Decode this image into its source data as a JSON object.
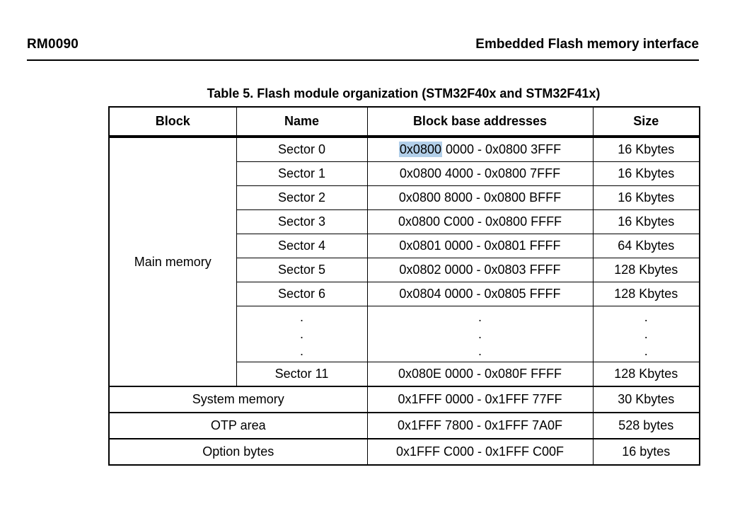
{
  "header": {
    "doc_ref": "RM0090",
    "title": "Embedded Flash memory interface"
  },
  "table": {
    "caption": "Table 5. Flash module organization (STM32F40x and STM32F41x)",
    "columns": {
      "block": "Block",
      "name": "Name",
      "addresses": "Block base addresses",
      "size": "Size"
    },
    "main_memory_label": "Main memory",
    "ellipsis": ".\n.\n.",
    "selection_highlight_color": "#b2cfe9",
    "sectors": [
      {
        "name": "Sector 0",
        "address_selected": "0x0800",
        "address_rest": " 0000 - 0x0800 3FFF",
        "size": "16 Kbytes"
      },
      {
        "name": "Sector 1",
        "address": "0x0800 4000 - 0x0800 7FFF",
        "size": "16 Kbytes"
      },
      {
        "name": "Sector 2",
        "address": "0x0800 8000 - 0x0800 BFFF",
        "size": "16 Kbytes"
      },
      {
        "name": "Sector 3",
        "address": "0x0800 C000 - 0x0800 FFFF",
        "size": "16 Kbytes"
      },
      {
        "name": "Sector 4",
        "address": "0x0801 0000 - 0x0801 FFFF",
        "size": "64 Kbytes"
      },
      {
        "name": "Sector 5",
        "address": "0x0802 0000 - 0x0803 FFFF",
        "size": "128 Kbytes"
      },
      {
        "name": "Sector 6",
        "address": "0x0804 0000 - 0x0805 FFFF",
        "size": "128 Kbytes"
      },
      {
        "name": "Sector 11",
        "address": "0x080E 0000 - 0x080F FFFF",
        "size": "128 Kbytes"
      }
    ],
    "bottom_rows": [
      {
        "block": "System memory",
        "address": "0x1FFF 0000 - 0x1FFF 77FF",
        "size": "30 Kbytes"
      },
      {
        "block": "OTP area",
        "address": "0x1FFF 7800 - 0x1FFF 7A0F",
        "size": "528 bytes"
      },
      {
        "block": "Option bytes",
        "address": "0x1FFF C000 - 0x1FFF C00F",
        "size": "16 bytes"
      }
    ]
  }
}
